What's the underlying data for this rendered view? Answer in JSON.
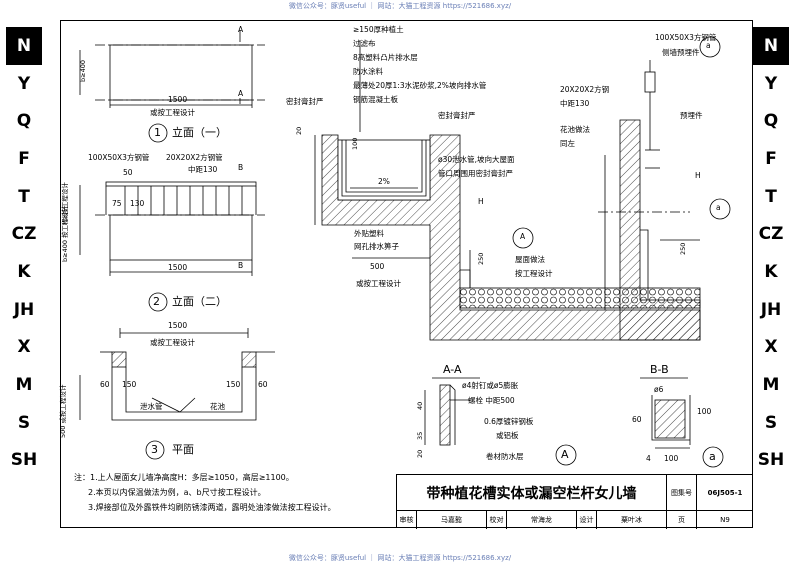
{
  "watermark": "微信公众号：豚贤useful ｜ 网站：大猫工程资源 https://521686.xyz/",
  "tabs_left": [
    "N",
    "Y",
    "Q",
    "F",
    "T",
    "CZ",
    "K",
    "JH",
    "X",
    "M",
    "S",
    "SH"
  ],
  "tabs_right": [
    "N",
    "Y",
    "Q",
    "F",
    "T",
    "CZ",
    "K",
    "JH",
    "X",
    "M",
    "S",
    "SH"
  ],
  "active_tab": "N",
  "labels": {
    "elev1": "立面（一）",
    "elev2": "立面（二）",
    "plan": "平面",
    "n1": "1",
    "n2": "2",
    "n3": "3",
    "per_design": "或按工程设计",
    "tube100": "100X50X3方钢管",
    "tube20": "20X20X2方钢管",
    "pitch130": "中距130",
    "d1500": "1500",
    "d50": "50",
    "d75": "75",
    "d130": "130",
    "b400": "b≥400",
    "b400b": "b≥400 按工程设计",
    "h_design": "H≥按工程设计",
    "planter": "花池",
    "drain": "泄水管",
    "d60": "60",
    "d150": "150",
    "d500": "500",
    "d500v": "500 或按工程设计",
    "lA": "A",
    "lB": "B",
    "soil": "≥150厚种植土",
    "filter": "过滤布",
    "drainboard": "8高塑料凸片排水层",
    "waterproof": "防水涂料",
    "screed": "最薄处20厚1:3水泥砂浆,2%坡向排水管",
    "slab": "钢筋混凝土板",
    "sealant": "密封膏封严",
    "sealant2": "密封膏封严",
    "pipe": "ø30泄水管,坡向大屋面",
    "pipe2": "管口周围用密封膏封严",
    "slope": "2%",
    "plastic": "外贴塑料",
    "mesh": "网孔排水箅子",
    "roof": "屋面做法",
    "roof2": "按工程设计",
    "d20": "20",
    "d100": "100",
    "d250": "250",
    "H": "H",
    "tube_r": "100X50X3方钢管",
    "embed": "侧墙预埋件",
    "tube_r2": "20X20X2方钢",
    "pitch_r": "中距130",
    "embed2": "预埋件",
    "planter_r": "花池做法",
    "same": "同左",
    "secAA": "A-A",
    "secBB": "B-B",
    "nail": "ø4射钉或ø5膨胀",
    "bolt": "螺栓 中距500",
    "plate": "0.6厚镀锌钢板",
    "plate2": "或铝板",
    "membrane": "卷材防水层",
    "d40": "40",
    "d35": "35",
    "d20b": "20",
    "phi6": "ø6",
    "d60b": "60",
    "d100b": "100",
    "d4": "4",
    "d100c": "100",
    "ref_a": "a",
    "ref_A": "A"
  },
  "notes": [
    "注：1.上人屋面女儿墙净高度H：多层≥1050，高层≥1100。",
    "2.本页以内保温做法为例，a、b尺寸按工程设计。",
    "3.焊接部位及外露铁件均刷防锈漆两道，露明处油漆做法按工程设计。"
  ],
  "titleblock": {
    "title": "带种植花槽实体或漏空栏杆女儿墙",
    "atlas_label": "图集号",
    "atlas_no": "06J505-1",
    "review": "审核",
    "reviewer": "马嘉懿",
    "check": "校对",
    "checker": "常海龙",
    "design": "设计",
    "designer": "粟叶冰",
    "page_label": "页",
    "page_no": "N9"
  }
}
